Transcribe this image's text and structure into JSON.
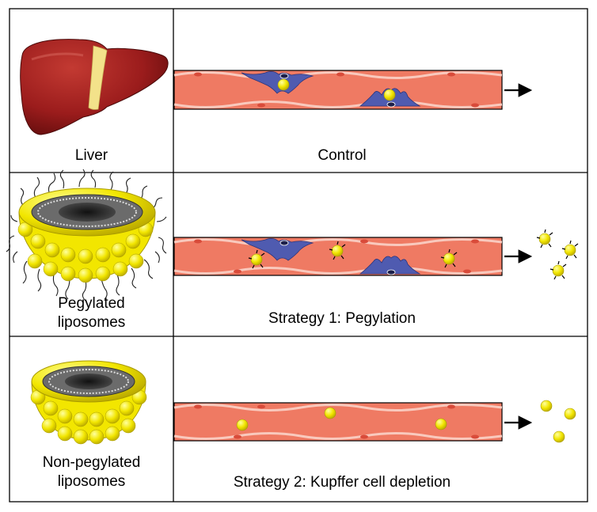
{
  "rows": [
    {
      "left_label": [
        "Liver"
      ],
      "right_label": "Control"
    },
    {
      "left_label": [
        "Pegylated",
        "liposomes"
      ],
      "right_label": "Strategy 1: Pegylation"
    },
    {
      "left_label": [
        "Non-pegylated",
        "liposomes"
      ],
      "right_label": "Strategy 2: Kupffer cell depletion"
    }
  ],
  "colors": {
    "vessel_fill": "#ef7a63",
    "vessel_wall": "#f9c9bd",
    "kupffer_cell": "#4f5bb0",
    "liposome": "#f2e600",
    "liver": "#9b1c1c",
    "gallbladder_band": "#f3e28a"
  }
}
